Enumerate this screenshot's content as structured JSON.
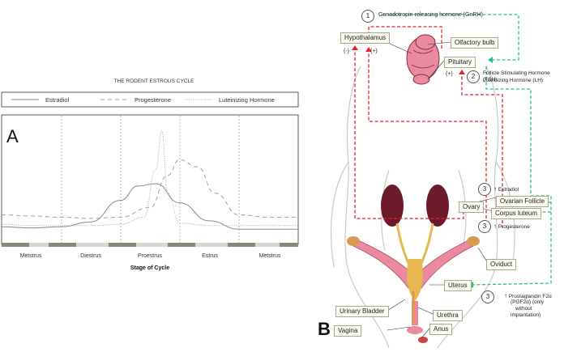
{
  "panelA": {
    "title": "THE RODENT ESTROUS CYCLE",
    "letter": "A",
    "legend": [
      "Estradiol",
      "Progesterone",
      "Luteinizing Hormone"
    ],
    "x_axis_title": "Stage of Cycle",
    "stages": [
      "Metstrus",
      "Diestrus",
      "Proestrus",
      "Estrus",
      "Metstrus"
    ]
  },
  "panelB": {
    "letter": "B",
    "gnrh_num": "1",
    "gnrh_label": "Gonadotropin-releasing hormone (GnRH)",
    "hypothalamus": "Hypothalamus",
    "olfactory": "Olfactory bulb",
    "pituitary": "Pituitary",
    "neg": "(-)",
    "pos1": "(+)",
    "pos2": "(+)",
    "fsh_num": "2",
    "fsh_line1": "Follicle Stimulating Hormone (FSH)",
    "fsh_line2": "Luteinizing Hormone (LH)",
    "estradiol_num": "3",
    "estradiol": "Estradiol",
    "ovarian_follicle": "Ovarian Follicle",
    "ovary": "Ovary",
    "corpus_luteum": "Corpus luteum",
    "progesterone_num": "3",
    "progesterone": "Progesterone",
    "oviduct": "Oviduct",
    "uterus": "Uterus",
    "pgf_num": "3",
    "pgf_line1": "Prostaglandin F2α",
    "pgf_line2": "(PGF2α) (only",
    "pgf_line3": "without",
    "pgf_line4": "implantation)",
    "urinary_bladder": "Urinary Bladder",
    "urethra": "Urethra",
    "vagina": "Vagina",
    "anus": "Anus"
  },
  "colors": {
    "estradiol": "#8a8a8a",
    "progesterone": "#9c9cb8",
    "lh": "#aaaaaa",
    "red_path": "#e0262b",
    "green_path": "#2fbf86",
    "organ_pink": "#e98aa0",
    "kidney": "#6d1a2a",
    "label_bg": "#fbfbf2"
  },
  "chart_data": {
    "type": "line",
    "title": "THE RODENT ESTROUS CYCLE",
    "xlabel": "Stage of Cycle",
    "ylabel": "",
    "categories": [
      "Metstrus",
      "Diestrus",
      "Proestrus",
      "Estrus",
      "Metstrus"
    ],
    "series": [
      {
        "name": "Estradiol",
        "style": "solid",
        "x": [
          0,
          0.5,
          1,
          1.5,
          2,
          2.3,
          2.6,
          3,
          3.5,
          4,
          4.5,
          5
        ],
        "y": [
          0.12,
          0.11,
          0.12,
          0.16,
          0.34,
          0.46,
          0.48,
          0.32,
          0.17,
          0.1,
          0.1,
          0.1
        ]
      },
      {
        "name": "Progesterone",
        "style": "dashed",
        "x": [
          0,
          0.5,
          1,
          1.5,
          2,
          2.5,
          2.8,
          3.0,
          3.3,
          3.6,
          4,
          4.5,
          5
        ],
        "y": [
          0.22,
          0.21,
          0.2,
          0.19,
          0.2,
          0.28,
          0.55,
          0.68,
          0.62,
          0.4,
          0.22,
          0.2,
          0.2
        ]
      },
      {
        "name": "Luteinizing Hormone",
        "style": "dotted",
        "x": [
          0,
          0.5,
          1,
          1.5,
          2,
          2.4,
          2.6,
          2.7,
          2.8,
          3.0,
          3.5,
          4,
          4.5,
          5
        ],
        "y": [
          0.14,
          0.13,
          0.13,
          0.13,
          0.14,
          0.2,
          0.6,
          0.92,
          0.4,
          0.15,
          0.13,
          0.13,
          0.13,
          0.13
        ]
      }
    ],
    "ylim": [
      0,
      1
    ],
    "grid": false,
    "legend": "top"
  }
}
